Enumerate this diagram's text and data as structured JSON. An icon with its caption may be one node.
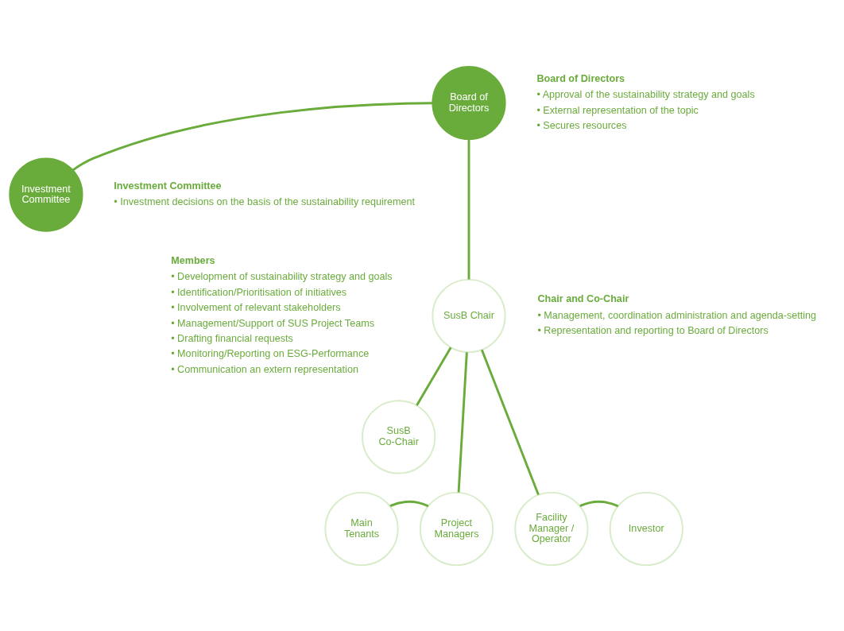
{
  "diagram": {
    "nodes": [
      {
        "text": [
          "Board of Directors"
        ],
        "beside": [
          "Board of Directors",
          "• Approval of the sustainability strategy and goals",
          "• External representation of the topic",
          "• Secures resources"
        ]
      },
      {
        "text": [
          "Investment Committee"
        ],
        "beside": [
          "Investment Committee",
          "• Investment decisions on the basis of the sustainability requirement"
        ]
      },
      {
        "text": [
          "SusB Chair"
        ],
        "beside": [
          "Chair and Co-Chair",
          "• Management, coordination administration and agenda-setting",
          "• Representation and reporting to Board of Directors"
        ]
      },
      {
        "text": [
          "SusB Co-Chair"
        ]
      },
      {
        "text": [
          "Main Tenants"
        ]
      },
      {
        "text": [
          "Project Managers"
        ]
      },
      {
        "text": [
          "Facility Manager / Operator"
        ]
      },
      {
        "text": [
          "Investor"
        ]
      }
    ],
    "edges": [
      {
        "from": 0,
        "to": 1,
        "arrow": "none"
      },
      {
        "from": 0,
        "to": 2,
        "arrow": "none"
      },
      {
        "from": 2,
        "to": 3,
        "arrow": "none"
      },
      {
        "from": 2,
        "to": 5,
        "arrow": "none"
      },
      {
        "from": 2,
        "to": 6,
        "arrow": "none"
      },
      {
        "from": 4,
        "to": 5,
        "arrow": "none"
      },
      {
        "from": 6,
        "to": 7,
        "arrow": "none"
      }
    ],
    "labels": [
      "Members",
      "• Development of sustainability strategy and goals",
      "• Identification/Prioritisation of initiatives",
      "• Involvement of relevant stakeholders",
      "• Management/Support of SUS Project Teams",
      "• Drafting financial requests",
      "• Monitoring/Reporting on ESG-Performance",
      "• Communication an extern representation"
    ]
  }
}
